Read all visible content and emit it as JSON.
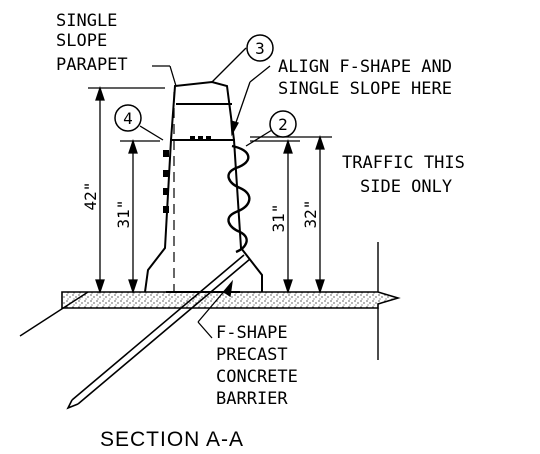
{
  "labels": {
    "single_slope_1": "SINGLE",
    "single_slope_2": "SLOPE",
    "single_slope_3": "PARAPET",
    "align_1": "ALIGN F-SHAPE AND",
    "align_2": "SINGLE SLOPE HERE",
    "traffic_1": "TRAFFIC THIS",
    "traffic_2": "SIDE ONLY",
    "fshape_1": "F-SHAPE",
    "fshape_2": "PRECAST",
    "fshape_3": "CONCRETE",
    "fshape_4": "BARRIER"
  },
  "callouts": {
    "c2": "2",
    "c3": "3",
    "c4": "4"
  },
  "dimensions": {
    "d42": "42\"",
    "d31_left": "31\"",
    "d31_right": "31\"",
    "d32": "32\""
  },
  "title": "SECTION A-A"
}
